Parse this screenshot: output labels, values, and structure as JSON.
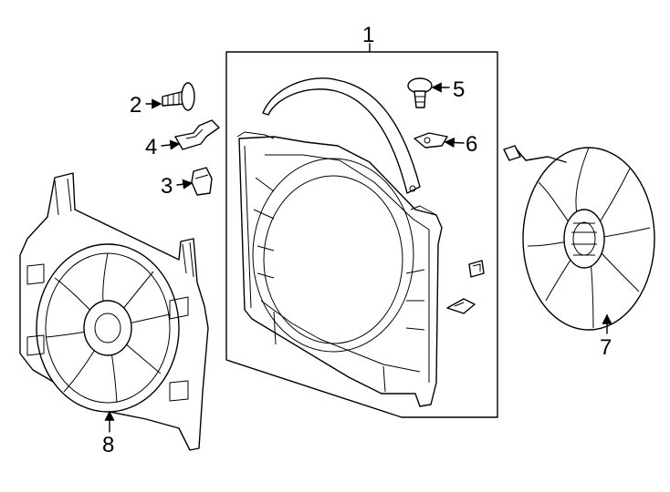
{
  "callouts": {
    "c1": "1",
    "c2": "2",
    "c3": "3",
    "c4": "4",
    "c5": "5",
    "c6": "6",
    "c7": "7",
    "c8": "8"
  },
  "parts": {
    "p1": "fan-shroud-assembly",
    "p2": "push-pin-retainer",
    "p3": "clip-nut",
    "p4": "mounting-bracket",
    "p5": "bolt",
    "p6": "bracket-clip",
    "p7": "fan-blade",
    "p8": "fan-motor-assembly"
  }
}
